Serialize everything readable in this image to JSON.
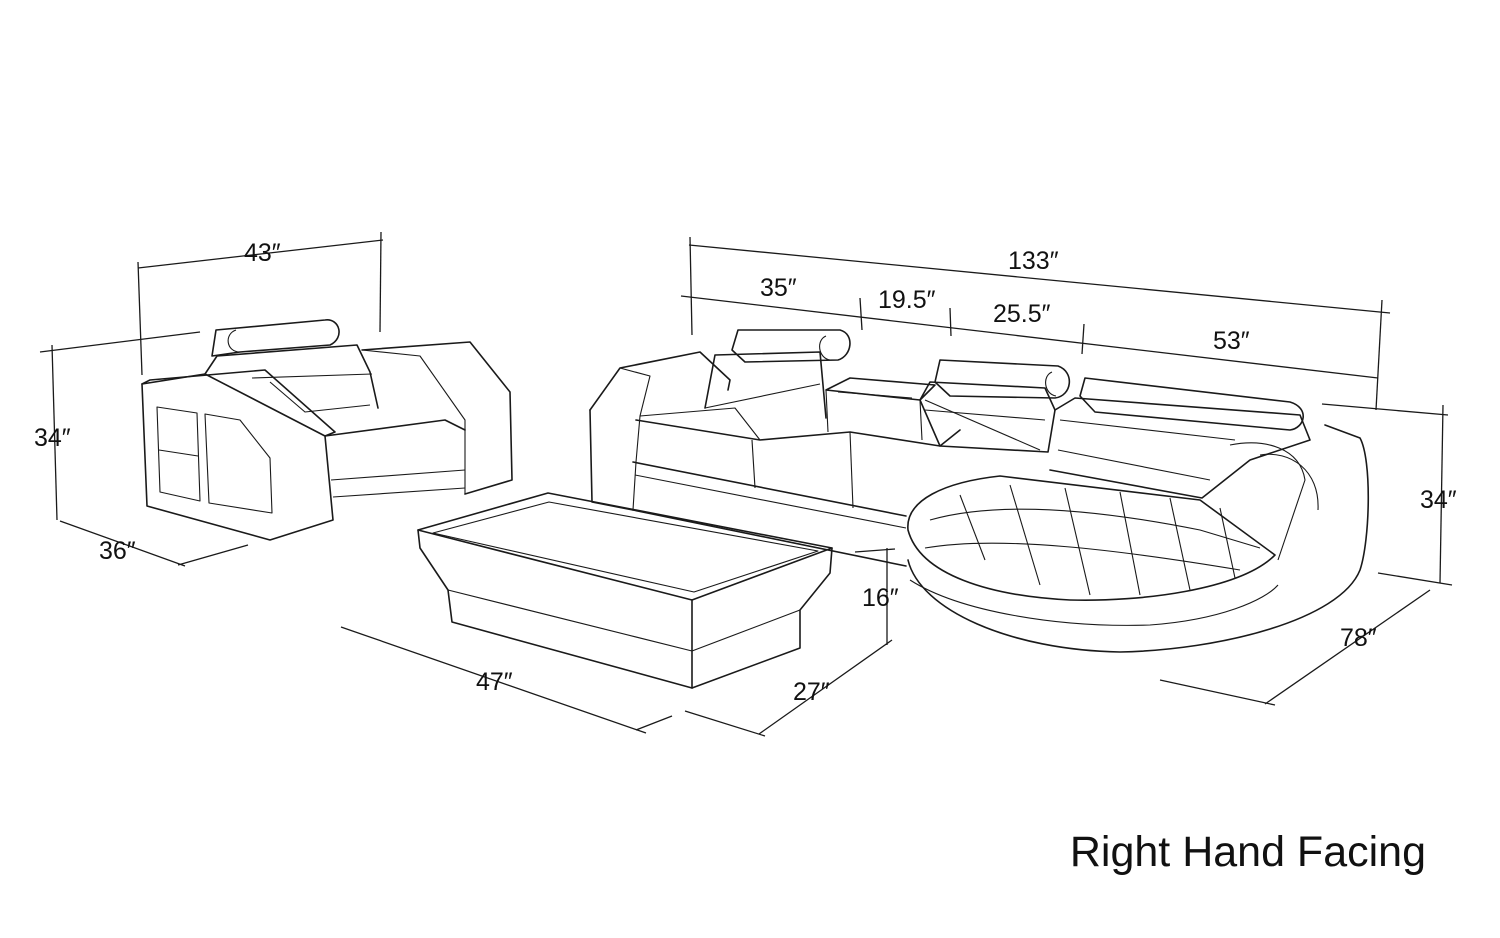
{
  "caption": "Right Hand Facing",
  "dimensions": {
    "chair_width": "43″",
    "chair_height": "34″",
    "chair_depth": "36″",
    "sofa_total_width": "133″",
    "sofa_seat_section": "35″",
    "sofa_console": "19.5″",
    "sofa_middle_section": "25.5″",
    "sofa_chaise_section": "53″",
    "sofa_height": "34″",
    "sofa_chaise_depth": "78″",
    "table_length": "47″",
    "table_width": "27″",
    "table_height": "16″"
  },
  "colors": {
    "line": "#1a1a1a",
    "background": "#ffffff"
  }
}
